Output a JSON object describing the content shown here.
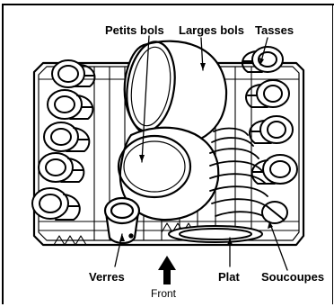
{
  "labels": {
    "petits_bols": "Petits bols",
    "larges_bols": "Larges bols",
    "tasses": "Tasses",
    "verres": "Verres",
    "plat": "Plat",
    "soucoupes": "Soucoupes",
    "front": "Front"
  },
  "colors": {
    "line": "#000000",
    "background": "#ffffff"
  }
}
